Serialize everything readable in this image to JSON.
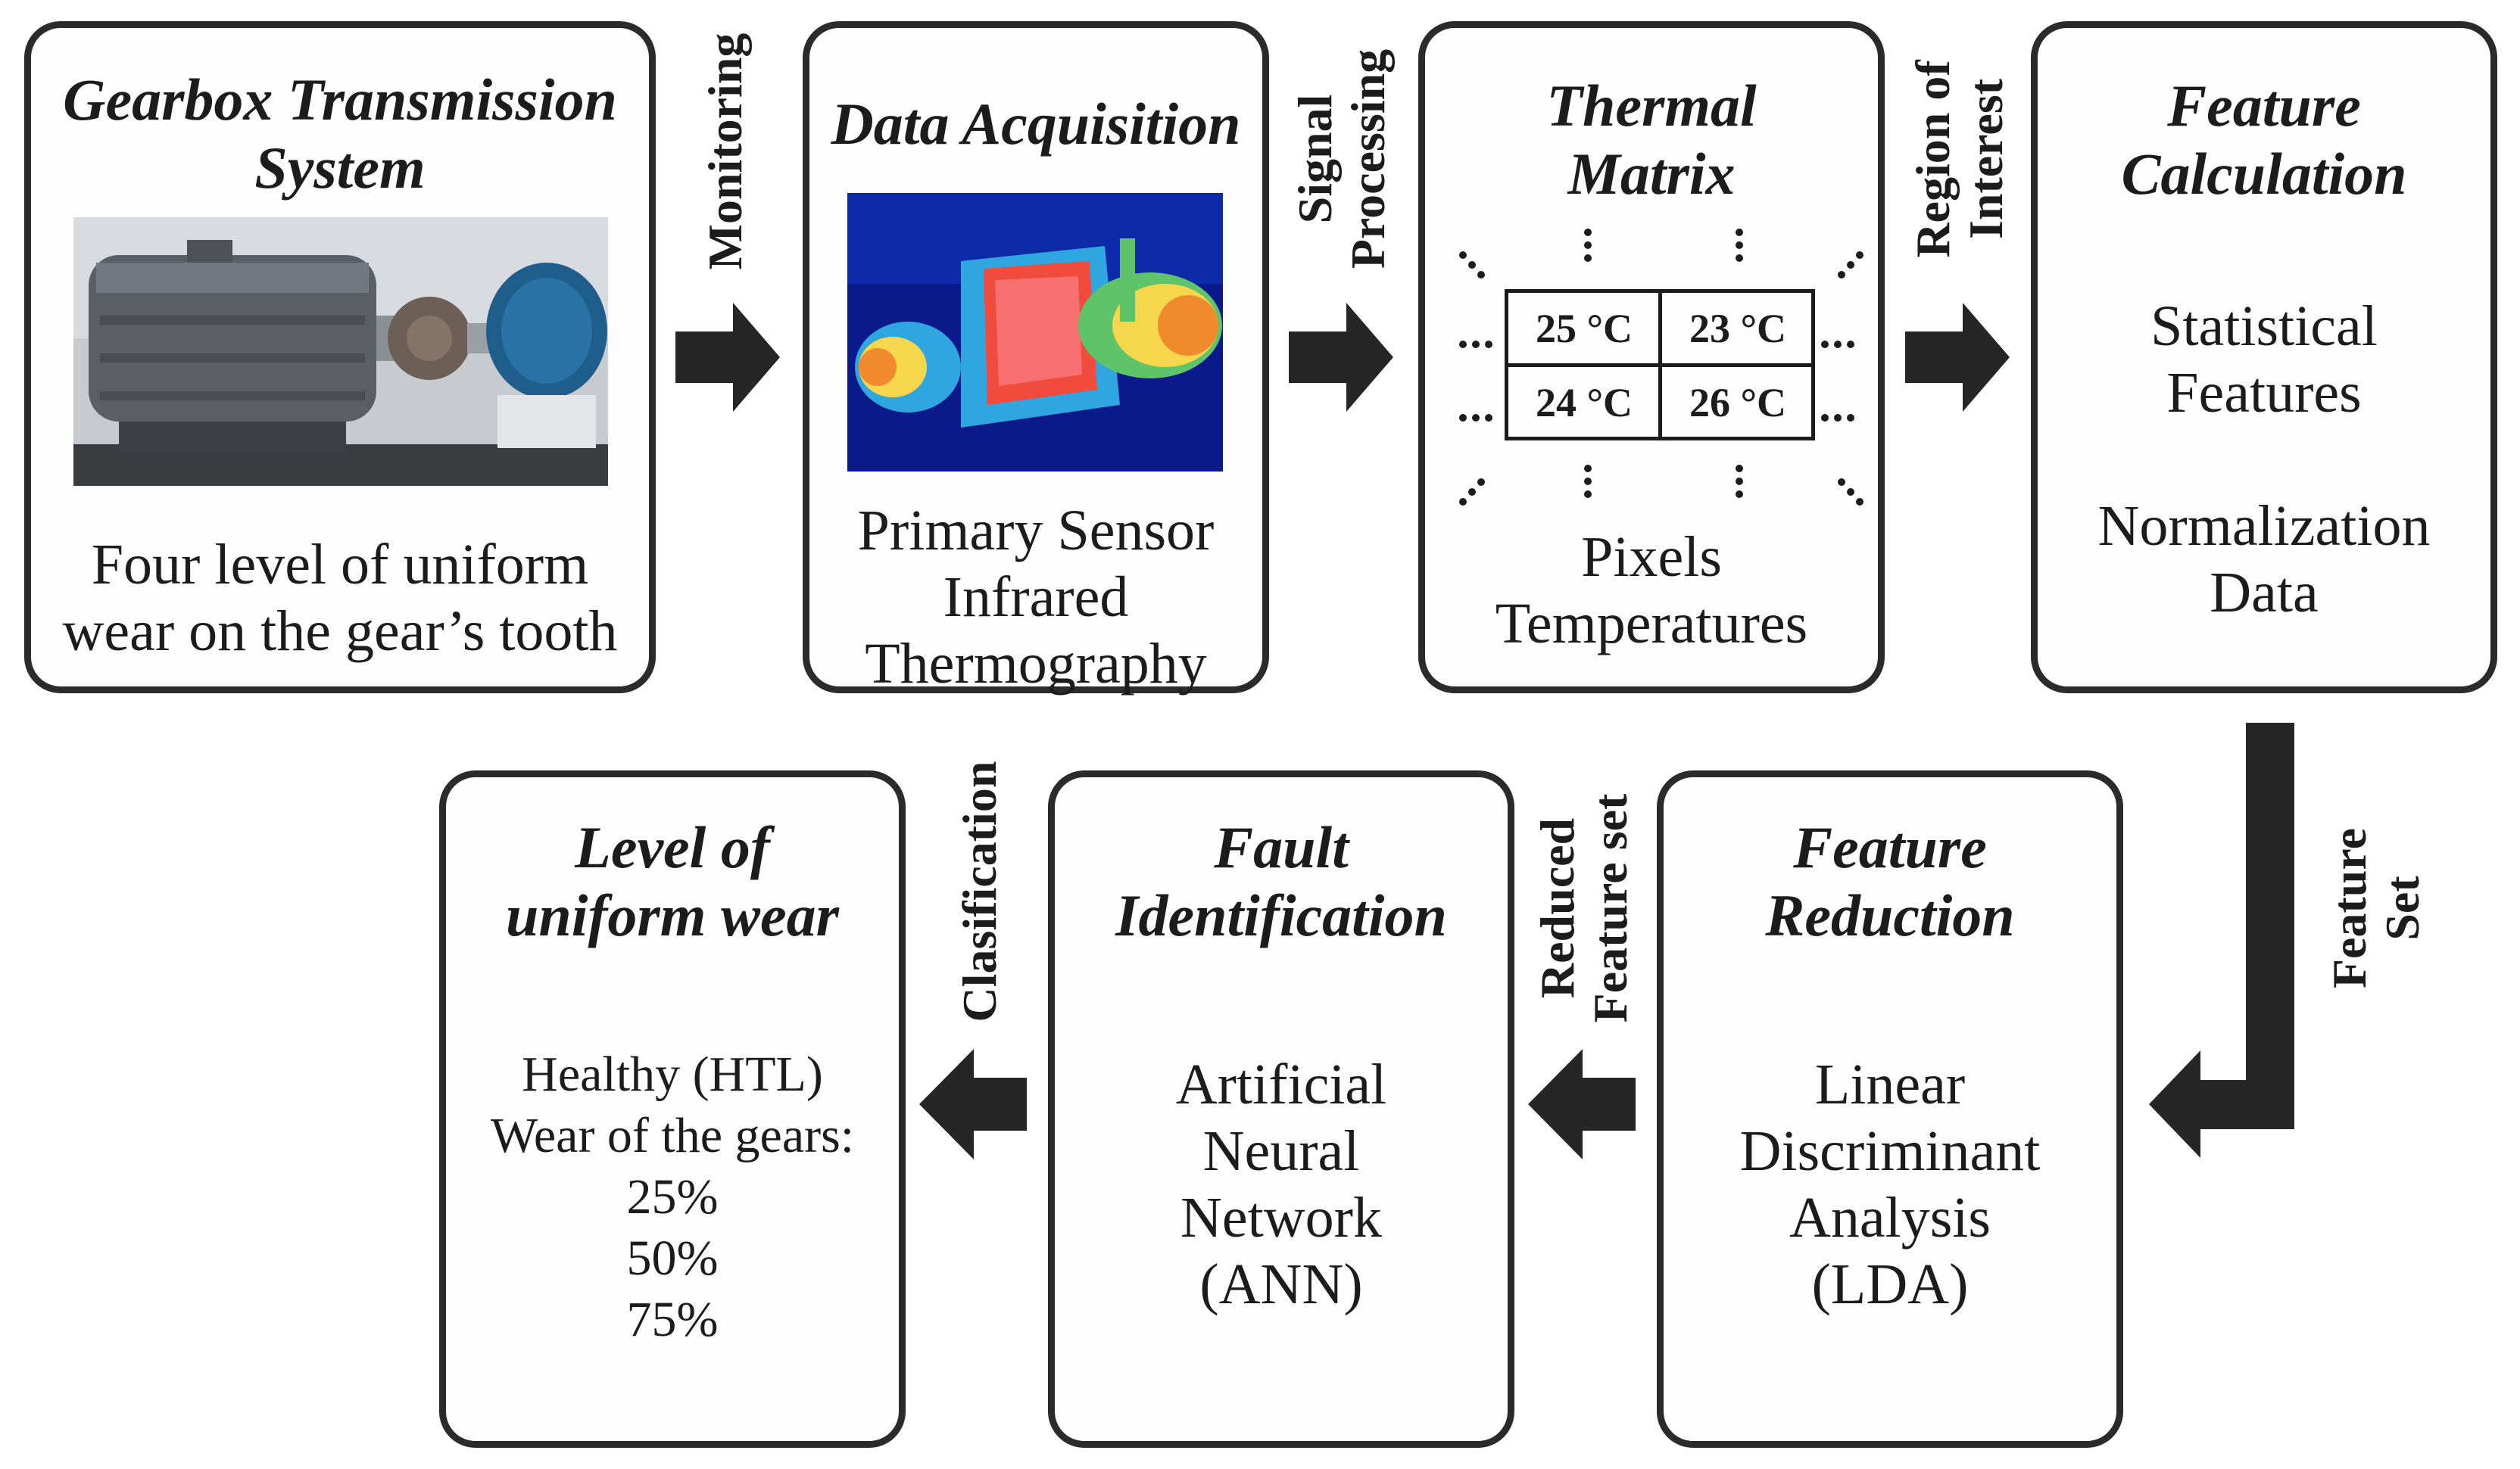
{
  "boxes": {
    "gearbox": {
      "title_lines": [
        "Gearbox Transmission",
        "System"
      ],
      "body_lines": [
        "Four level of uniform",
        "wear on the gear’s tooth"
      ]
    },
    "acquisition": {
      "title_lines": [
        "Data Acquisition"
      ],
      "body_lines": [
        "Primary Sensor",
        "Infrared",
        "Thermography"
      ]
    },
    "thermal": {
      "title_lines": [
        "Thermal",
        "Matrix"
      ],
      "body_lines": [
        "Pixels",
        "Temperatures"
      ],
      "matrix": [
        "25 °C",
        "23 °C",
        "24 °C",
        "26 °C"
      ]
    },
    "feature_calc": {
      "title_lines": [
        "Feature",
        "Calculation"
      ],
      "body_lines": [
        "Statistical",
        "Features",
        "",
        "Normalization",
        "Data"
      ]
    },
    "feature_reduction": {
      "title_lines": [
        "Feature",
        "Reduction"
      ],
      "body_lines": [
        "Linear",
        "Discriminant",
        "Analysis",
        "(LDA)"
      ]
    },
    "fault_id": {
      "title_lines": [
        "Fault",
        "Identification"
      ],
      "body_lines": [
        "Artificial",
        "Neural",
        "Network",
        "(ANN)"
      ]
    },
    "wear_level": {
      "title_lines": [
        "Level of",
        "uniform wear"
      ],
      "body_lines": [
        "Healthy (HTL)",
        "Wear of the gears:",
        "25%",
        "50%",
        "75%"
      ]
    }
  },
  "arrows": {
    "monitoring": [
      "Monitoring"
    ],
    "signal_processing": [
      "Signal",
      "Processing"
    ],
    "region_of_interest": [
      "Region of",
      "Interest"
    ],
    "feature_set": [
      "Feature",
      "Set"
    ],
    "reduced_feature_set": [
      "Reduced",
      "Feature set"
    ],
    "clasification": [
      "Clasification"
    ]
  },
  "colors": {
    "border": "#2b2b2b",
    "arrow": "#262626",
    "text": "#1c1c1c"
  },
  "icons": {
    "gearbox_photo": "motor-gearbox-photo",
    "thermal_image": "infrared-thermography-image"
  }
}
